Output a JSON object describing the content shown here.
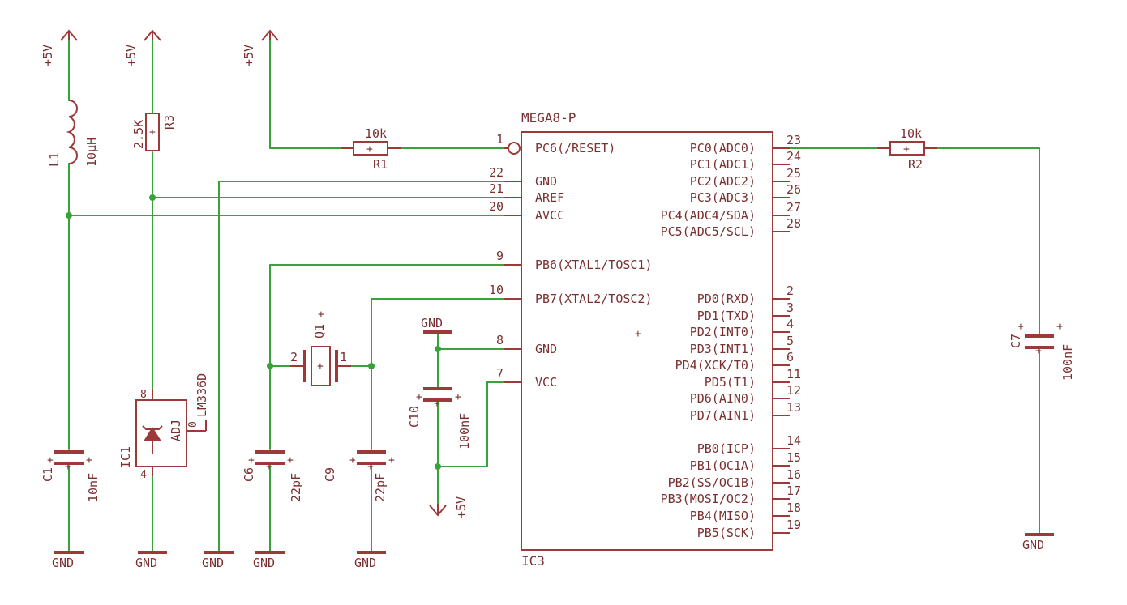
{
  "parts": {
    "l1": {
      "ref": "L1",
      "value": "10µH"
    },
    "r3": {
      "ref": "R3",
      "value": "2.5K"
    },
    "r1": {
      "ref": "R1",
      "value": "10k"
    },
    "r2": {
      "ref": "R2",
      "value": "10k"
    },
    "ic1": {
      "ref": "IC1",
      "value": "LM336D",
      "pin_adj": "ADJ",
      "pin_top": "8",
      "pin_bot": "4",
      "pin_side": "0"
    },
    "q1": {
      "ref": "Q1",
      "pin_a": "2",
      "pin_b": "1"
    },
    "c1": {
      "ref": "C1",
      "value": "10nF"
    },
    "c6": {
      "ref": "C6",
      "value": "22pF"
    },
    "c9": {
      "ref": "C9",
      "value": "22pF"
    },
    "c10": {
      "ref": "C10",
      "value": "100nF"
    },
    "c7": {
      "ref": "C7",
      "value": "100nF"
    },
    "ic3": {
      "name": "MEGA8-P",
      "ref": "IC3",
      "left_pins": [
        {
          "num": "1",
          "label": "PC6(/RESET)"
        },
        {
          "num": "22",
          "label": "GND"
        },
        {
          "num": "21",
          "label": "AREF"
        },
        {
          "num": "20",
          "label": "AVCC"
        },
        {
          "num": "9",
          "label": "PB6(XTAL1/TOSC1)"
        },
        {
          "num": "10",
          "label": "PB7(XTAL2/TOSC2)"
        },
        {
          "num": "8",
          "label": "GND"
        },
        {
          "num": "7",
          "label": "VCC"
        }
      ],
      "right_pins": [
        {
          "num": "23",
          "label": "PC0(ADC0)"
        },
        {
          "num": "24",
          "label": "PC1(ADC1)"
        },
        {
          "num": "25",
          "label": "PC2(ADC2)"
        },
        {
          "num": "26",
          "label": "PC3(ADC3)"
        },
        {
          "num": "27",
          "label": "PC4(ADC4/SDA)"
        },
        {
          "num": "28",
          "label": "PC5(ADC5/SCL)"
        },
        {
          "num": "2",
          "label": "PD0(RXD)"
        },
        {
          "num": "3",
          "label": "PD1(TXD)"
        },
        {
          "num": "4",
          "label": "PD2(INT0)"
        },
        {
          "num": "5",
          "label": "PD3(INT1)"
        },
        {
          "num": "6",
          "label": "PD4(XCK/T0)"
        },
        {
          "num": "11",
          "label": "PD5(T1)"
        },
        {
          "num": "12",
          "label": "PD6(AIN0)"
        },
        {
          "num": "13",
          "label": "PD7(AIN1)"
        },
        {
          "num": "14",
          "label": "PB0(ICP)"
        },
        {
          "num": "15",
          "label": "PB1(OC1A)"
        },
        {
          "num": "16",
          "label": "PB2(SS/OC1B)"
        },
        {
          "num": "17",
          "label": "PB3(MOSI/OC2)"
        },
        {
          "num": "18",
          "label": "PB4(MISO)"
        },
        {
          "num": "19",
          "label": "PB5(SCK)"
        }
      ]
    }
  },
  "supplies": {
    "vcc": "+5V",
    "gnd": "GND"
  },
  "colors": {
    "wire": "#3aa23a",
    "part": "#9c3a3a",
    "text": "#7a3030"
  }
}
